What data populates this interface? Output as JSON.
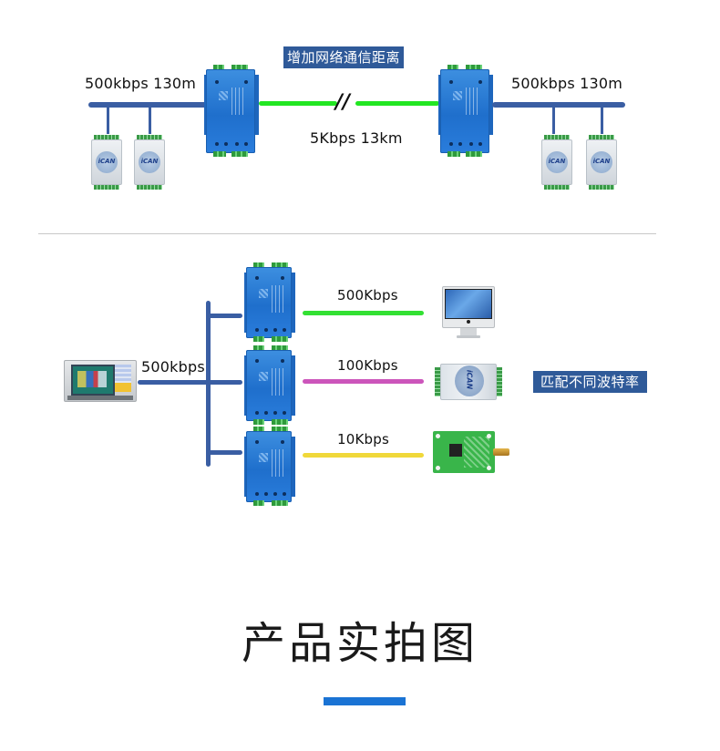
{
  "top_section": {
    "callout": "增加网络通信距离",
    "left_bus_label": "500kbps 130m",
    "right_bus_label": "500kbps 130m",
    "long_link_label": "5Kbps 13km",
    "long_link_break_symbol": "//",
    "colors": {
      "bus": "#3a5ea3",
      "long_link": "#22e622",
      "callout_bg": "#2f5a99"
    },
    "devices": {
      "left_modules": [
        "iCAN",
        "iCAN"
      ],
      "right_modules": [
        "iCAN",
        "iCAN"
      ],
      "converters": [
        "can-repeater-left",
        "can-repeater-right"
      ]
    }
  },
  "bottom_section": {
    "callout": "匹配不同波特率",
    "host_bus_label": "500kbps",
    "branches": [
      {
        "rate": "500Kbps",
        "color": "#33e033",
        "endpoint": "imac-computer"
      },
      {
        "rate": "100Kbps",
        "color": "#cc55bb",
        "endpoint": "ican-module",
        "module_label": "iCAN"
      },
      {
        "rate": "10Kbps",
        "color": "#f0d83a",
        "endpoint": "wireless-board"
      }
    ],
    "colors": {
      "bus": "#3a5ea3",
      "callout_bg": "#2f5a99"
    }
  },
  "footer": {
    "heading": "产品实拍图",
    "accent_color": "#1a73d4"
  }
}
